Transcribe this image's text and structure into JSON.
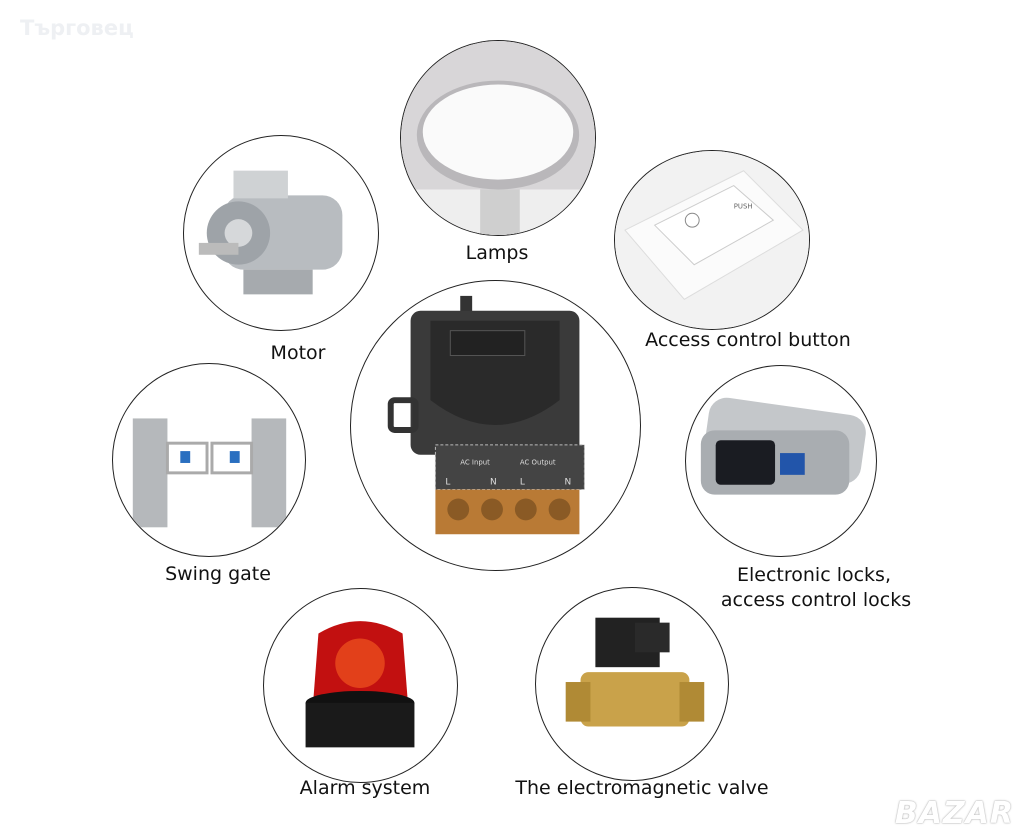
{
  "watermark": "Търговец",
  "logo": "BAZAR",
  "items": {
    "lamps": "Lamps",
    "motor": "Motor",
    "access_button": "Access control button",
    "swing_gate": "Swing gate",
    "electronic_locks_1": "Electronic locks,",
    "electronic_locks_2": "access control locks",
    "alarm": "Alarm system",
    "valve": "The electromagnetic valve"
  },
  "relay": {
    "input_label": "AC Input",
    "output_label": "AC Output",
    "terminal_l": "L",
    "terminal_n": "N"
  },
  "access_button_text": "PUSH"
}
